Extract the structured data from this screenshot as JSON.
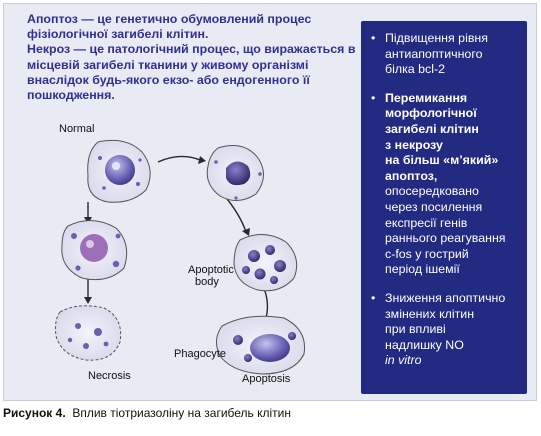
{
  "definitions": {
    "apoptosis": "Апоптоз — це генетично обумовлений процес фізіологічної загибелі клітин.",
    "necrosis": "Некроз — це патологічний процес, що виражається в місцевій загибелі тканини у живому організмі внаслідок будь-якого екзо- або ендогенного її пошкодження."
  },
  "panel": {
    "items": [
      {
        "lines": [
          "Підвищення рівня",
          "антиапоптичного",
          "білка bcl-2"
        ]
      },
      {
        "lines": [
          "Перемикання",
          "морфологічної",
          "загибелі клітин",
          "з некрозу",
          "на більш «м’який»",
          "апоптоз,"
        ],
        "extra": [
          "опосередковано",
          "через посилення",
          "експресії генів",
          "раннього реагування",
          "c-fos у гострий",
          "період ішемії"
        ]
      },
      {
        "lines": [
          "Зниження апоптично",
          "змінених клітин",
          "при впливі",
          "надлишку NO"
        ],
        "italic": "in vitro"
      }
    ]
  },
  "diagram": {
    "labels": {
      "normal": "Normal",
      "apoptotic_body_1": "Apoptotic",
      "apoptotic_body_2": "body",
      "phagocyte": "Phagocyte",
      "necrosis": "Necrosis",
      "apoptosis": "Apoptosis"
    }
  },
  "caption": {
    "prefix": "Рисунок 4.",
    "text": "Вплив тіотриазоліну на загибель клітин"
  }
}
